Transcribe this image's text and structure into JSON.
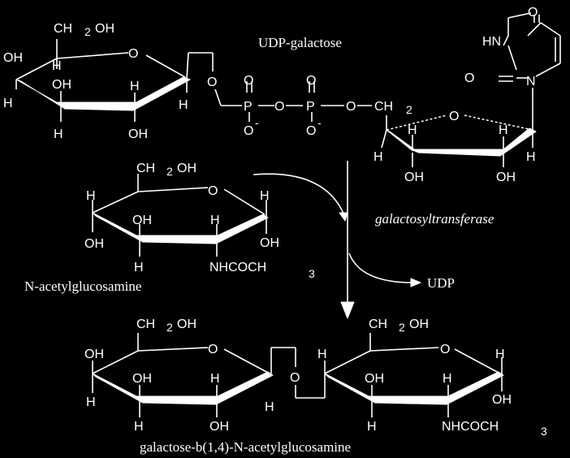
{
  "labels": {
    "udp_galactose": "UDP-galactose",
    "enzyme": "galactosyltransferase",
    "glcnac": "N-acetylglucosamine",
    "udp": "UDP",
    "product": "galactose-b(1,4)-N-acetylglucosamine"
  },
  "atoms": {
    "ch": "CH",
    "sub2": "2",
    "oh": "OH",
    "o": "O",
    "h": "H",
    "p": "P",
    "o_minus": "O",
    "minus": "-",
    "hn": "HN",
    "n": "N",
    "nhcoch": "NHCOCH",
    "sub3": "3"
  },
  "colors": {
    "background": "#000000",
    "foreground": "#ffffff"
  }
}
